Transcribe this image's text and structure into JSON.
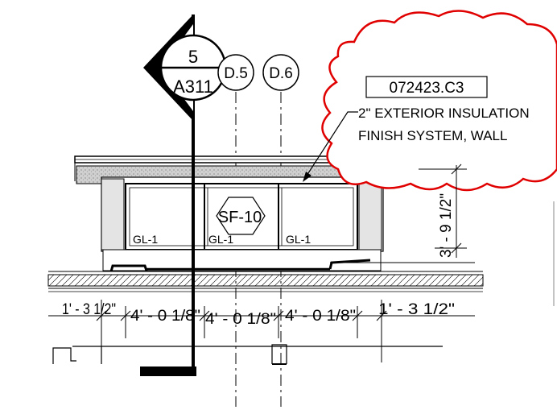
{
  "section_marker": {
    "number": "5",
    "sheet": "A311"
  },
  "gridlines": [
    "D.5",
    "D.6"
  ],
  "keynote": {
    "tag": "072423.C3",
    "line1": "2\" EXTERIOR INSULATION",
    "line2": "FINISH SYSTEM, WALL"
  },
  "storefront_tag": "SF-10",
  "glazing_labels": [
    "GL-1",
    "GL-1",
    "GL-1"
  ],
  "dimensions": {
    "vertical": "3' - 9 1/2\"",
    "horizontal": [
      "1' - 3 1/2\"",
      "4' - 0 1/8\"",
      "4' - 0 1/8\"",
      "4' - 0 1/8\"",
      "1' - 3 1/2\""
    ]
  },
  "colors": {
    "linework": "#000000",
    "revision_cloud": "#e00000",
    "wall_fill": "#e4e4e4",
    "eifs_fill": "#d4d4d4"
  }
}
